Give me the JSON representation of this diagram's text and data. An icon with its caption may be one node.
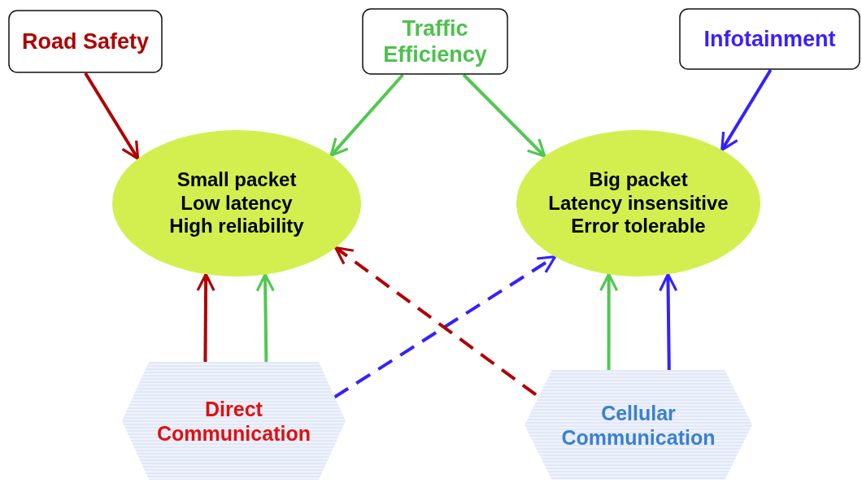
{
  "diagram": {
    "nodes": [
      {
        "text": [
          "Road Safety"
        ]
      },
      {
        "text": [
          "Traffic Efficiency"
        ]
      },
      {
        "text": [
          "Infotainment"
        ]
      },
      {
        "text": [
          "Small packet",
          "Low latency",
          "High reliability"
        ]
      },
      {
        "text": [
          "Big packet",
          "Latency insensitive",
          "Error tolerable"
        ]
      },
      {
        "text": [
          "Direct Communication"
        ]
      },
      {
        "text": [
          "Cellular Communication"
        ]
      }
    ],
    "edges": [
      {
        "from": 0,
        "to": 3,
        "arrow": "to",
        "color": "#b00000"
      },
      {
        "from": 1,
        "to": 3,
        "arrow": "to",
        "color": "#50c850"
      },
      {
        "from": 1,
        "to": 4,
        "arrow": "to",
        "color": "#50c850"
      },
      {
        "from": 2,
        "to": 4,
        "arrow": "to",
        "color": "#3322ff"
      },
      {
        "from": 5,
        "to": 3,
        "arrow": "to",
        "color": "#b00000"
      },
      {
        "from": 5,
        "to": 3,
        "arrow": "to",
        "color": "#50c850"
      },
      {
        "from": 5,
        "to": 4,
        "arrow": "to",
        "style": "dashed",
        "color": "#3322ff"
      },
      {
        "from": 6,
        "to": 3,
        "arrow": "to",
        "style": "dashed",
        "color": "#b00000"
      },
      {
        "from": 6,
        "to": 4,
        "arrow": "to",
        "color": "#50c850"
      },
      {
        "from": 6,
        "to": 4,
        "arrow": "to",
        "color": "#3322ff"
      }
    ]
  }
}
